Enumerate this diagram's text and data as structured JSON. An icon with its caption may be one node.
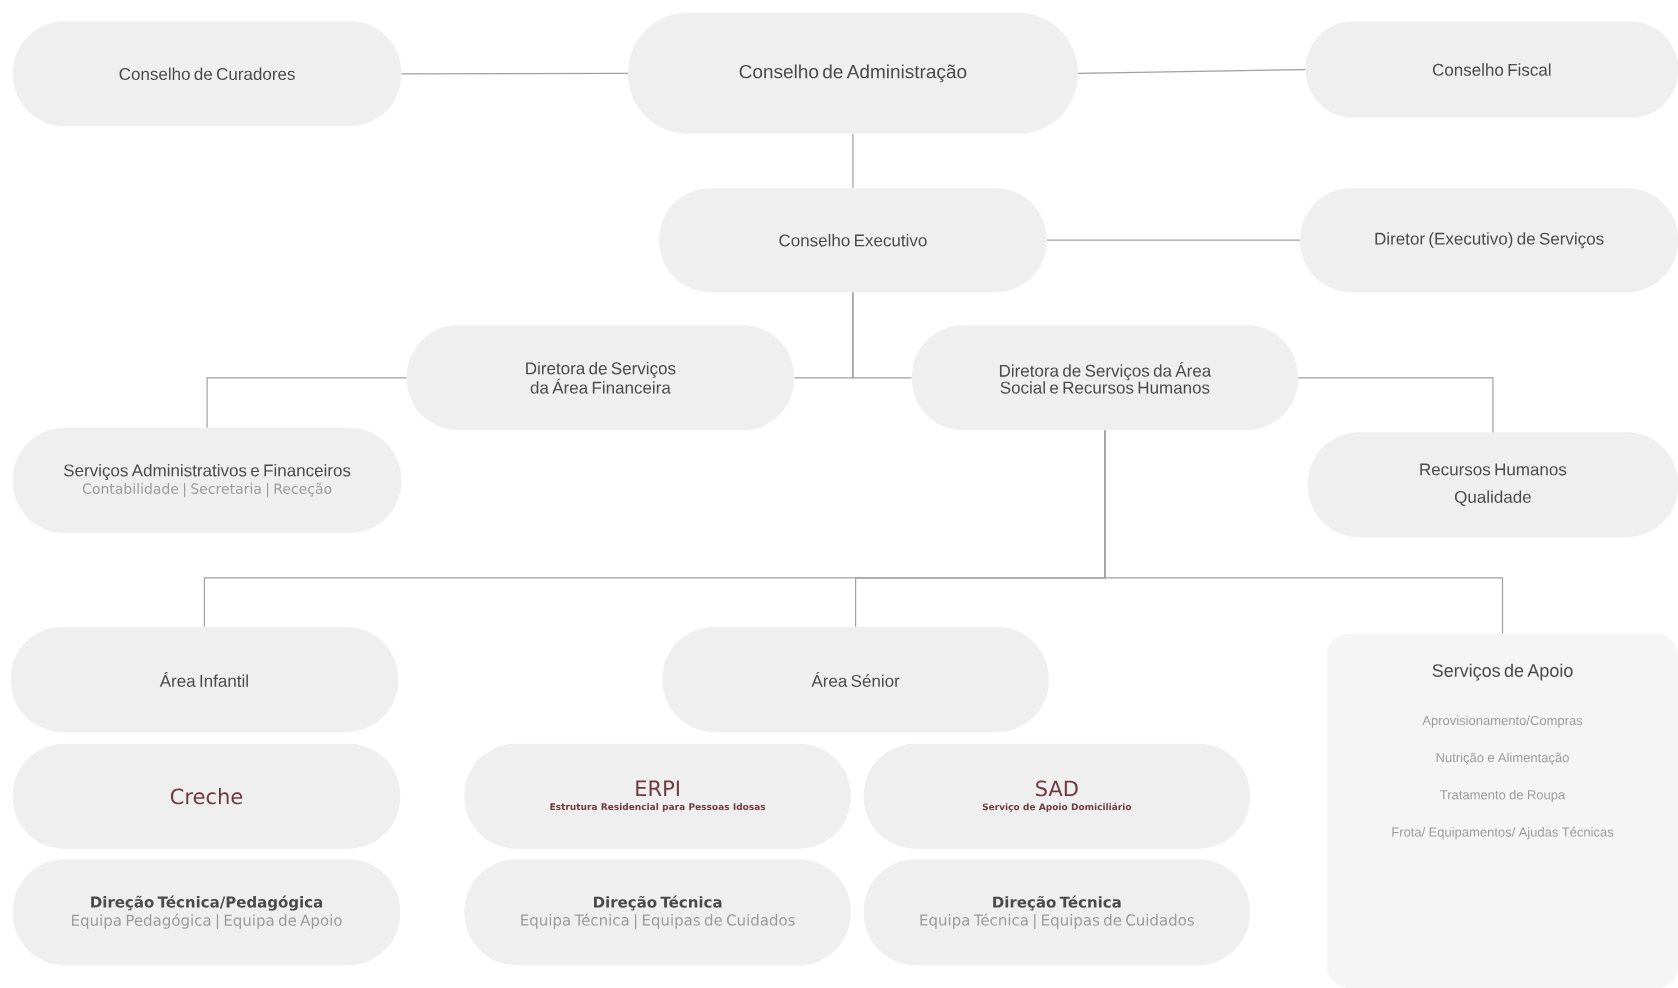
{
  "diagram": {
    "nodes": [
      {
        "text": [
          "Conselho de Curadores"
        ]
      },
      {
        "text": [
          "Conselho de Administração"
        ]
      },
      {
        "text": [
          "Conselho Fiscal"
        ]
      },
      {
        "text": [
          "Conselho Executivo"
        ]
      },
      {
        "text": [
          "Diretor (Executivo) de Serviços"
        ]
      },
      {
        "text": [
          "Diretora de Serviços da Área Financeira"
        ]
      },
      {
        "text": [
          "Diretora de Serviços da Área Social e Recursos Humanos"
        ]
      },
      {
        "text": [
          "Serviços Administrativos e Financeiros",
          "Contabilidade | Secretaria | Receção"
        ]
      },
      {
        "text": [
          "Recursos Humanos",
          "Qualidade"
        ]
      },
      {
        "text": [
          "Área Infantil"
        ]
      },
      {
        "text": [
          "Área Sénior"
        ]
      },
      {
        "text": [
          "Serviços de Apoio",
          "Aprovisionamento/Compras",
          "Nutrição e Alimentação",
          "Tratamento de Roupa",
          "Frota/ Equipamentos/ Ajudas Técnicas"
        ]
      },
      {
        "text": [
          "Creche"
        ]
      },
      {
        "text": [
          "ERPI",
          "Estrutura Residencial para Pessoas Idosas"
        ]
      },
      {
        "text": [
          "SAD",
          "Serviço de Apoio Domiciliário"
        ]
      },
      {
        "text": [
          "Direção Técnica/Pedagógica",
          "Equipa Pedagógica | Equipa de Apoio"
        ]
      },
      {
        "text": [
          "Direção Técnica",
          "Equipa Técnica | Equipas de Cuidados"
        ]
      },
      {
        "text": [
          "Direção Técnica",
          "Equipa Técnica | Equipas de Cuidados"
        ]
      }
    ],
    "edges": [
      {
        "from": 0,
        "to": 1,
        "arrow": "none"
      },
      {
        "from": 1,
        "to": 2,
        "arrow": "none"
      },
      {
        "from": 1,
        "to": 3,
        "arrow": "none"
      },
      {
        "from": 3,
        "to": 4,
        "arrow": "none"
      },
      {
        "from": 3,
        "to": 5,
        "arrow": "none"
      },
      {
        "from": 3,
        "to": 6,
        "arrow": "none"
      },
      {
        "from": 5,
        "to": 7,
        "arrow": "none"
      },
      {
        "from": 6,
        "to": 8,
        "arrow": "none"
      },
      {
        "from": 6,
        "to": 9,
        "arrow": "none"
      },
      {
        "from": 6,
        "to": 10,
        "arrow": "none"
      },
      {
        "from": 6,
        "to": 11,
        "arrow": "none"
      }
    ]
  }
}
